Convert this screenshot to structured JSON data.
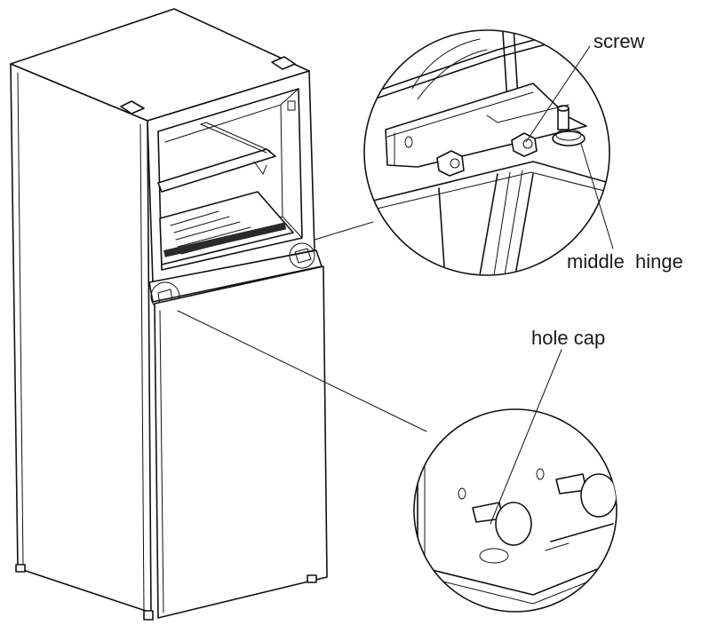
{
  "labels": {
    "screw": "screw",
    "middle_hinge": "middle  hinge",
    "hole_cap": "hole cap"
  }
}
